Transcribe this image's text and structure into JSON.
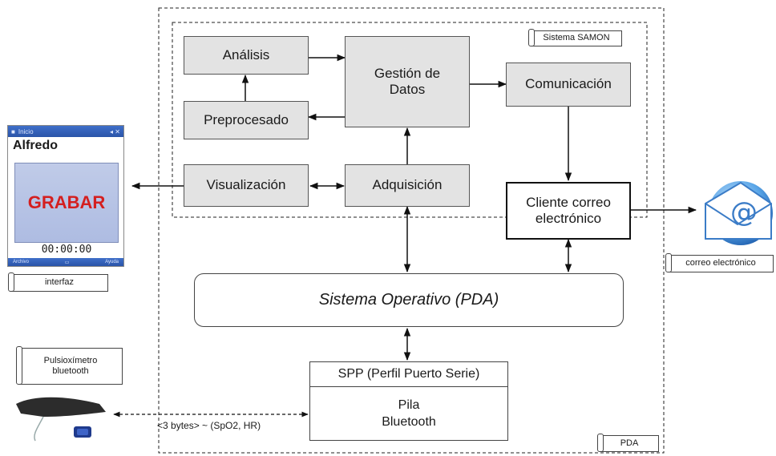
{
  "diagram": {
    "samon_label": "Sistema SAMON",
    "pda_label": "PDA",
    "boxes": {
      "analisis": "Análisis",
      "gestion": "Gestión de Datos",
      "comunicacion": "Comunicación",
      "preprocesado": "Preprocesado",
      "visualizacion": "Visualización",
      "adquisicion": "Adquisición",
      "cliente": "Cliente correo electrónico"
    },
    "os": "Sistema Operativo (PDA)",
    "spp_title": "SPP (Perfil Puerto Serie)",
    "spp_body": "Pila Bluetooth",
    "bt_note": "<3 bytes> ~ (SpO2, HR)"
  },
  "phone": {
    "status": "Inicio",
    "user": "Alfredo",
    "button": "GRABAR",
    "timer": "00:00:00",
    "bar_left": "Archivo",
    "bar_right": "Ayuda",
    "label": "interfaz"
  },
  "email": {
    "icon": "email-at-icon",
    "label": "correo electrónico"
  },
  "sensor": {
    "icon": "pulse-oximeter-icon",
    "label": "Pulsioxímetro bluetooth"
  }
}
